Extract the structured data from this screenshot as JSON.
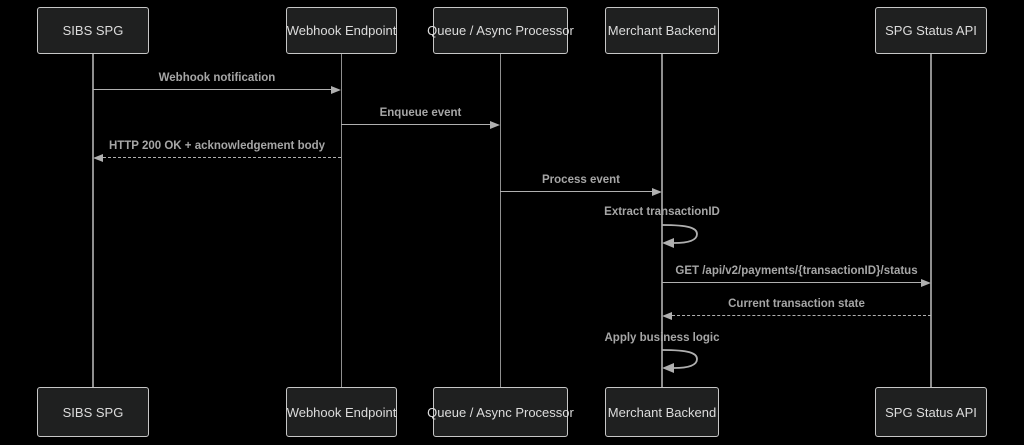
{
  "diagram": {
    "type": "sequence-diagram",
    "background": "#000000"
  },
  "colors": {
    "actor_fill": "#1f2020",
    "actor_border": "#c7c7c7",
    "actor_text": "#dcdcdc",
    "lifeline": "#8f8f8f",
    "arrow_line": "#b0b0b0",
    "message_text": "#a6a6a6"
  },
  "participants": [
    {
      "id": "sibs-spg",
      "label": "SIBS SPG"
    },
    {
      "id": "webhook-endpoint",
      "label": "Webhook Endpoint"
    },
    {
      "id": "queue-async-processor",
      "label": "Queue / Async Processor"
    },
    {
      "id": "merchant-backend",
      "label": "Merchant Backend"
    },
    {
      "id": "spg-status-api",
      "label": "SPG Status API"
    }
  ],
  "messages": [
    {
      "label": "Webhook notification",
      "from": "SIBS SPG",
      "to": "Webhook Endpoint",
      "line": "solid",
      "direction": "right"
    },
    {
      "label": "Enqueue event",
      "from": "Webhook Endpoint",
      "to": "Queue / Async Processor",
      "line": "solid",
      "direction": "right"
    },
    {
      "label": "HTTP 200 OK + acknowledgement body",
      "from": "Webhook Endpoint",
      "to": "SIBS SPG",
      "line": "dashed",
      "direction": "left"
    },
    {
      "label": "Process event",
      "from": "Queue / Async Processor",
      "to": "Merchant Backend",
      "line": "solid",
      "direction": "right"
    },
    {
      "label": "Extract transactionID",
      "from": "Merchant Backend",
      "to": "Merchant Backend",
      "line": "solid",
      "direction": "self"
    },
    {
      "label": "GET /api/v2/payments/{transactionID}/status",
      "from": "Merchant Backend",
      "to": "SPG Status API",
      "line": "solid",
      "direction": "right"
    },
    {
      "label": "Current transaction state",
      "from": "SPG Status API",
      "to": "Merchant Backend",
      "line": "dashed",
      "direction": "left"
    },
    {
      "label": "Apply business logic",
      "from": "Merchant Backend",
      "to": "Merchant Backend",
      "line": "solid",
      "direction": "self"
    }
  ]
}
